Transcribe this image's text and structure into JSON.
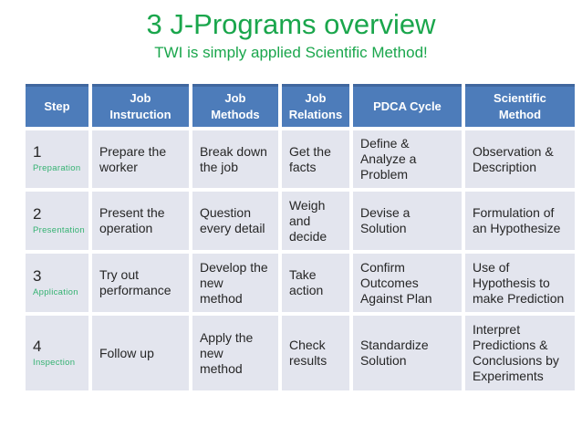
{
  "slide": {
    "title": "3 J-Programs overview",
    "subtitle": "TWI is simply applied Scientific Method!"
  },
  "table": {
    "columns": [
      "Step",
      "Job\nInstruction",
      "Job\nMethods",
      "Job\nRelations",
      "PDCA Cycle",
      "Scientific\nMethod"
    ],
    "rows": [
      {
        "step_number": "1",
        "step_label": "Preparation",
        "cells": [
          "Prepare the worker",
          "Break down the job",
          "Get the facts",
          "Define & Analyze a Problem",
          "Observation & Description"
        ]
      },
      {
        "step_number": "2",
        "step_label": "Presentation",
        "cells": [
          "Present the operation",
          "Question every detail",
          "Weigh and decide",
          "Devise a Solution",
          "Formulation of an Hypothesize"
        ]
      },
      {
        "step_number": "3",
        "step_label": "Application",
        "cells": [
          "Try out performance",
          "Develop the new method",
          "Take action",
          "Confirm Outcomes Against Plan",
          "Use of Hypothesis to make Prediction"
        ]
      },
      {
        "step_number": "4",
        "step_label": "Inspection",
        "cells": [
          "Follow up",
          "Apply the new method",
          "Check results",
          "Standardize Solution",
          "Interpret Predictions & Conclusions by Experiments"
        ]
      }
    ]
  },
  "colors": {
    "title_green": "#1aa64c",
    "step_label_green": "#35b272",
    "header_blue": "#4d7cba",
    "header_text": "#ffffff",
    "cell_background": "#e3e5ee",
    "body_text": "#262626"
  }
}
